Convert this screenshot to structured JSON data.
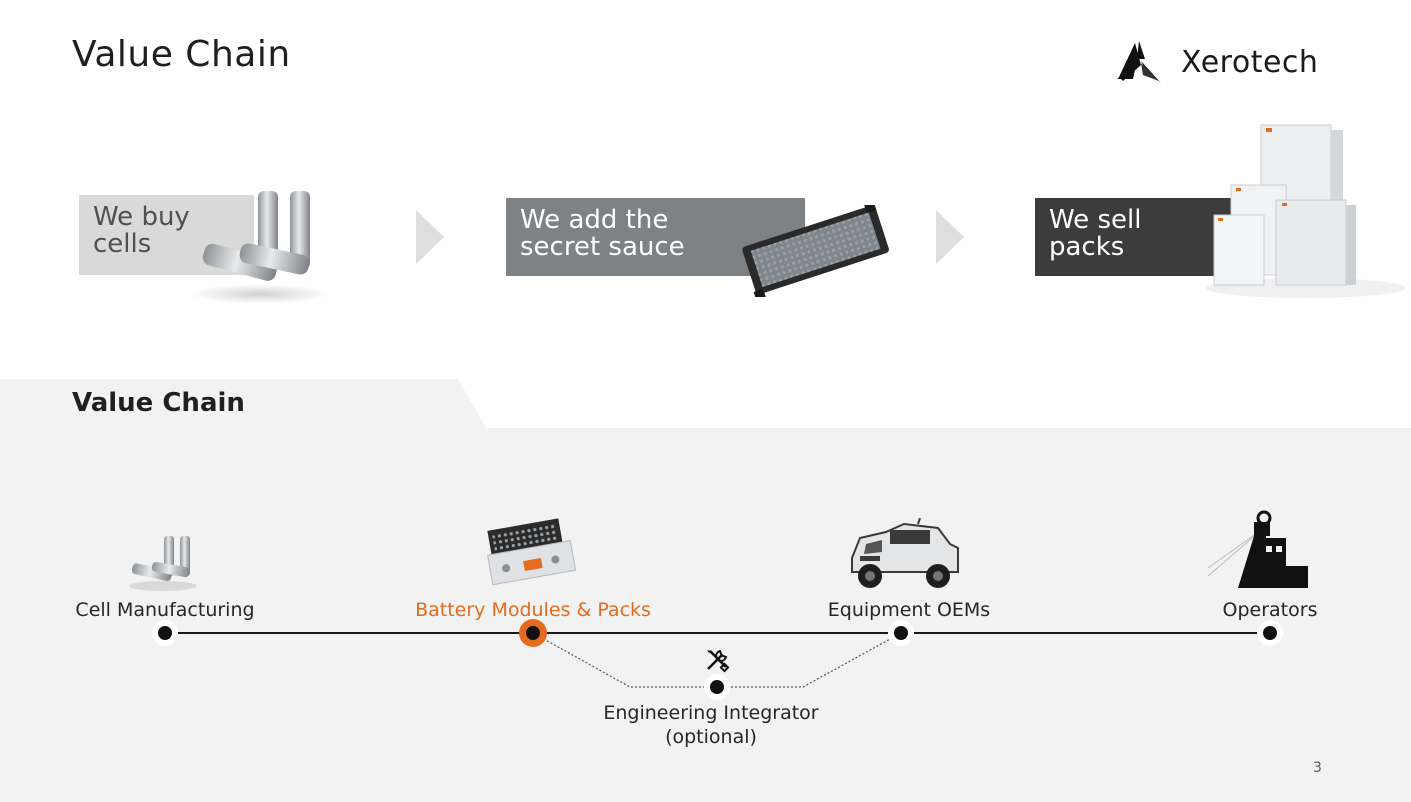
{
  "slide": {
    "title": "Value Chain",
    "page_number": "3"
  },
  "logo": {
    "name": "Xerotech",
    "icon": "xerotech-triskelion-logo"
  },
  "steps": [
    {
      "label": "We buy cells",
      "line1": "We buy",
      "line2": "cells",
      "image": "battery-cells-image"
    },
    {
      "label": "We add the secret sauce",
      "line1": "We add the",
      "line2": "secret sauce",
      "image": "battery-module-image"
    },
    {
      "label": "We sell packs",
      "line1": "We sell",
      "line2": "packs",
      "image": "battery-packs-image"
    }
  ],
  "value_chain": {
    "title": "Value Chain",
    "nodes": [
      {
        "label": "Cell Manufacturing",
        "image": "cells-icon",
        "highlighted": false
      },
      {
        "label": "Battery Modules & Packs",
        "image": "battery-module-icon",
        "highlighted": true
      },
      {
        "label": "Equipment OEMs",
        "image": "armored-vehicle-icon",
        "highlighted": false
      },
      {
        "label": "Operators",
        "image": "mine-headframe-icon",
        "highlighted": false
      }
    ],
    "optional_node": {
      "line1": "Engineering Integrator",
      "line2": "(optional)",
      "icon": "tools-icon"
    }
  },
  "colors": {
    "accent": "#e36c1e",
    "line": "#1a1a1a",
    "band": "#f2f2f2"
  }
}
